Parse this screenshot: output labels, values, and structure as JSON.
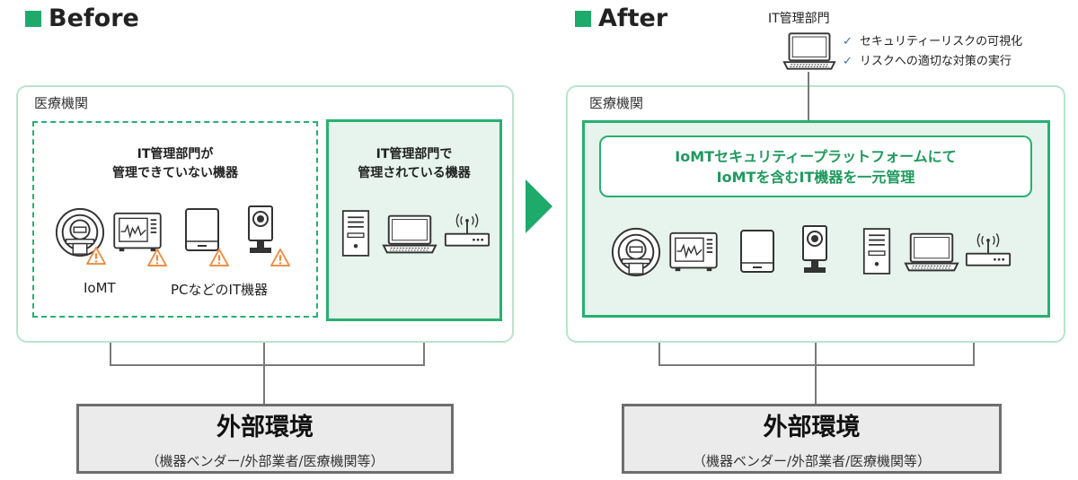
{
  "before": {
    "heading": "Before",
    "panel_label": "医療機関",
    "unmanaged_title": [
      "IT管理部門が",
      "管理できていない機器"
    ],
    "managed_title": [
      "IT管理部門で",
      "管理されている機器"
    ],
    "iomt_label": "IoMT",
    "pc_label": "PCなどのIT機器"
  },
  "after": {
    "heading": "After",
    "panel_label": "医療機関",
    "it_dept_label": "IT管理部門",
    "checks": [
      "セキュリティーリスクの可視化",
      "リスクへの適切な対策の実行"
    ],
    "platform_lines": [
      "IoMTセキュリティープラットフォームにて",
      "IoMTを含むIT機器を一元管理"
    ]
  },
  "external": {
    "title": "外部環境",
    "subtitle": "（機器ベンダー/外部業者/医療機関等）"
  },
  "colors": {
    "accent_green": "#1daa6a",
    "panel_border": "#b9e4cc",
    "managed_fill": "#e6f4ed",
    "warning": "#f08a3c",
    "check_blue": "#3070c0"
  },
  "icons": [
    "mri-icon",
    "monitor-icon",
    "tablet-icon",
    "camera-icon",
    "server-icon",
    "laptop-icon",
    "router-icon",
    "warning-icon",
    "arrow-right-icon",
    "checkmark-icon"
  ]
}
